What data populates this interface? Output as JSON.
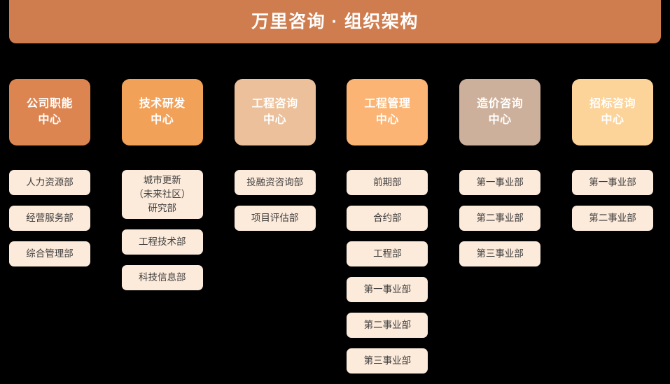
{
  "header": {
    "title": "万里咨询  ·  组织架构",
    "background_color": "#cf7c4e",
    "text_color": "#ffffff"
  },
  "palette": {
    "page_background": "#000000",
    "department_box_fill": "#fceada",
    "department_text": "#3f3f3f"
  },
  "columns": [
    {
      "center": {
        "name": "center-company-functions",
        "label": "公司职能\n中心",
        "color": "#dd8551"
      },
      "departments": [
        {
          "label": "人力资源部",
          "multiline": false
        },
        {
          "label": "经营服务部",
          "multiline": false
        },
        {
          "label": "综合管理部",
          "multiline": false
        }
      ]
    },
    {
      "center": {
        "name": "center-tech-rd",
        "label": "技术研发\n中心",
        "color": "#f2a159"
      },
      "departments": [
        {
          "label": "城市更新\n（未来社区）\n研究部",
          "multiline": true
        },
        {
          "label": "工程技术部",
          "multiline": false
        },
        {
          "label": "科技信息部",
          "multiline": false
        }
      ]
    },
    {
      "center": {
        "name": "center-engineering-consulting",
        "label": "工程咨询\n中心",
        "color": "#ebc09a"
      },
      "departments": [
        {
          "label": "投融资咨询部",
          "multiline": false
        },
        {
          "label": "项目评估部",
          "multiline": false
        }
      ]
    },
    {
      "center": {
        "name": "center-engineering-management",
        "label": "工程管理\n中心",
        "color": "#fbb473"
      },
      "departments": [
        {
          "label": "前期部",
          "multiline": false
        },
        {
          "label": "合约部",
          "multiline": false
        },
        {
          "label": "工程部",
          "multiline": false
        },
        {
          "label": "第一事业部",
          "multiline": false
        },
        {
          "label": "第二事业部",
          "multiline": false
        },
        {
          "label": "第三事业部",
          "multiline": false
        }
      ]
    },
    {
      "center": {
        "name": "center-cost-consulting",
        "label": "造价咨询\n中心",
        "color": "#cdb09b"
      },
      "departments": [
        {
          "label": "第一事业部",
          "multiline": false
        },
        {
          "label": "第二事业部",
          "multiline": false
        },
        {
          "label": "第三事业部",
          "multiline": false
        }
      ]
    },
    {
      "center": {
        "name": "center-bidding-consulting",
        "label": "招标咨询\n中心",
        "color": "#fcd399"
      },
      "departments": [
        {
          "label": "第一事业部",
          "multiline": false
        },
        {
          "label": "第二事业部",
          "multiline": false
        }
      ]
    }
  ]
}
